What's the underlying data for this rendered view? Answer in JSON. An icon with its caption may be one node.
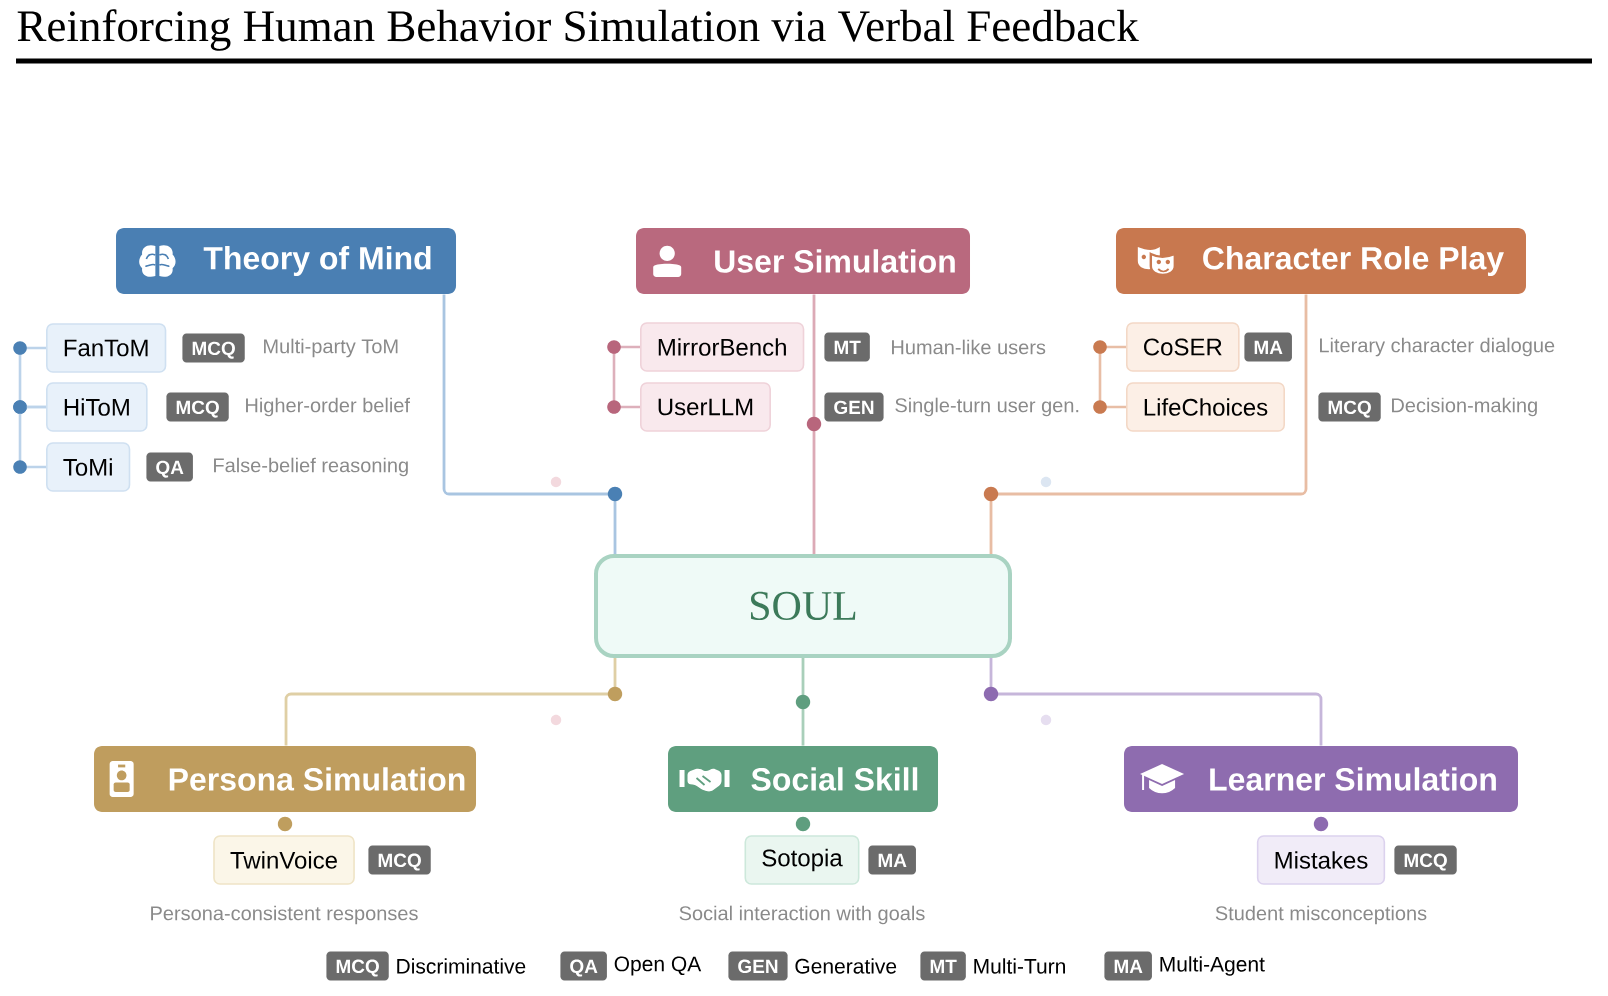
{
  "diagram": {
    "title": "Reinforcing Human Behavior Simulation via Verbal Feedback",
    "nodes": [
      {
        "text": [
          "Theory of Mind"
        ]
      },
      {
        "text": [
          "FanToM"
        ]
      },
      {
        "text": [
          "MCQ"
        ],
        "beside": [
          "Multi-party ToM"
        ]
      },
      {
        "text": [
          "HiToM"
        ]
      },
      {
        "text": [
          "MCQ"
        ],
        "beside": [
          "Higher-order belief"
        ]
      },
      {
        "text": [
          "ToMi"
        ]
      },
      {
        "text": [
          "QA"
        ],
        "beside": [
          "False-belief reasoning"
        ]
      },
      {
        "text": [
          "User Simulation"
        ]
      },
      {
        "text": [
          "MirrorBench"
        ]
      },
      {
        "text": [
          "MT"
        ],
        "beside": [
          "Human-like users"
        ]
      },
      {
        "text": [
          "UserLLM"
        ]
      },
      {
        "text": [
          "GEN"
        ],
        "beside": [
          "Single-turn user gen."
        ]
      },
      {
        "text": [
          "Character Role Play"
        ]
      },
      {
        "text": [
          "CoSER"
        ]
      },
      {
        "text": [
          "MA"
        ],
        "beside": [
          "Literary character dialogue"
        ]
      },
      {
        "text": [
          "LifeChoices"
        ]
      },
      {
        "text": [
          "MCQ"
        ],
        "beside": [
          "Decision-making"
        ]
      },
      {
        "text": [
          "SOUL"
        ]
      },
      {
        "text": [
          "Persona Simulation"
        ]
      },
      {
        "text": [
          "TwinVoice"
        ],
        "beside": [
          "Persona-consistent responses"
        ]
      },
      {
        "text": [
          "MCQ"
        ]
      },
      {
        "text": [
          "Social Skill"
        ]
      },
      {
        "text": [
          "Sotopia"
        ],
        "beside": [
          "Social interaction with goals"
        ]
      },
      {
        "text": [
          "MA"
        ]
      },
      {
        "text": [
          "Learner Simulation"
        ]
      },
      {
        "text": [
          "Mistakes"
        ],
        "beside": [
          "Student misconceptions"
        ]
      },
      {
        "text": [
          "MCQ"
        ]
      },
      {
        "text": [
          "MCQ"
        ],
        "beside": [
          "Discriminative"
        ]
      },
      {
        "text": [
          "QA"
        ],
        "beside": [
          "Open QA"
        ]
      },
      {
        "text": [
          "GEN"
        ],
        "beside": [
          "Generative"
        ]
      },
      {
        "text": [
          "MT"
        ],
        "beside": [
          "Multi-Turn"
        ]
      },
      {
        "text": [
          "MA"
        ],
        "beside": [
          "Multi-Agent"
        ]
      }
    ],
    "edges": [
      {
        "from": 17,
        "to": 0,
        "arrow": "none",
        "color": "#a9c5e1"
      },
      {
        "from": 17,
        "to": 7,
        "arrow": "none",
        "color": "#dcaab6"
      },
      {
        "from": 17,
        "to": 12,
        "arrow": "none",
        "color": "#e8bda4"
      },
      {
        "from": 17,
        "to": 18,
        "arrow": "none",
        "color": "#dfcfa5"
      },
      {
        "from": 17,
        "to": 21,
        "arrow": "none",
        "color": "#a9cfba"
      },
      {
        "from": 17,
        "to": 24,
        "arrow": "none",
        "color": "#c6b6da"
      },
      {
        "from": 1,
        "to": 3,
        "arrow": "none",
        "color": "#bcd3ea"
      },
      {
        "from": 3,
        "to": 5,
        "arrow": "none",
        "color": "#bcd3ea"
      },
      {
        "from": 8,
        "to": 10,
        "arrow": "none",
        "color": "#ddb0bb"
      },
      {
        "from": 13,
        "to": 15,
        "arrow": "none",
        "color": "#e8bea6"
      }
    ]
  }
}
